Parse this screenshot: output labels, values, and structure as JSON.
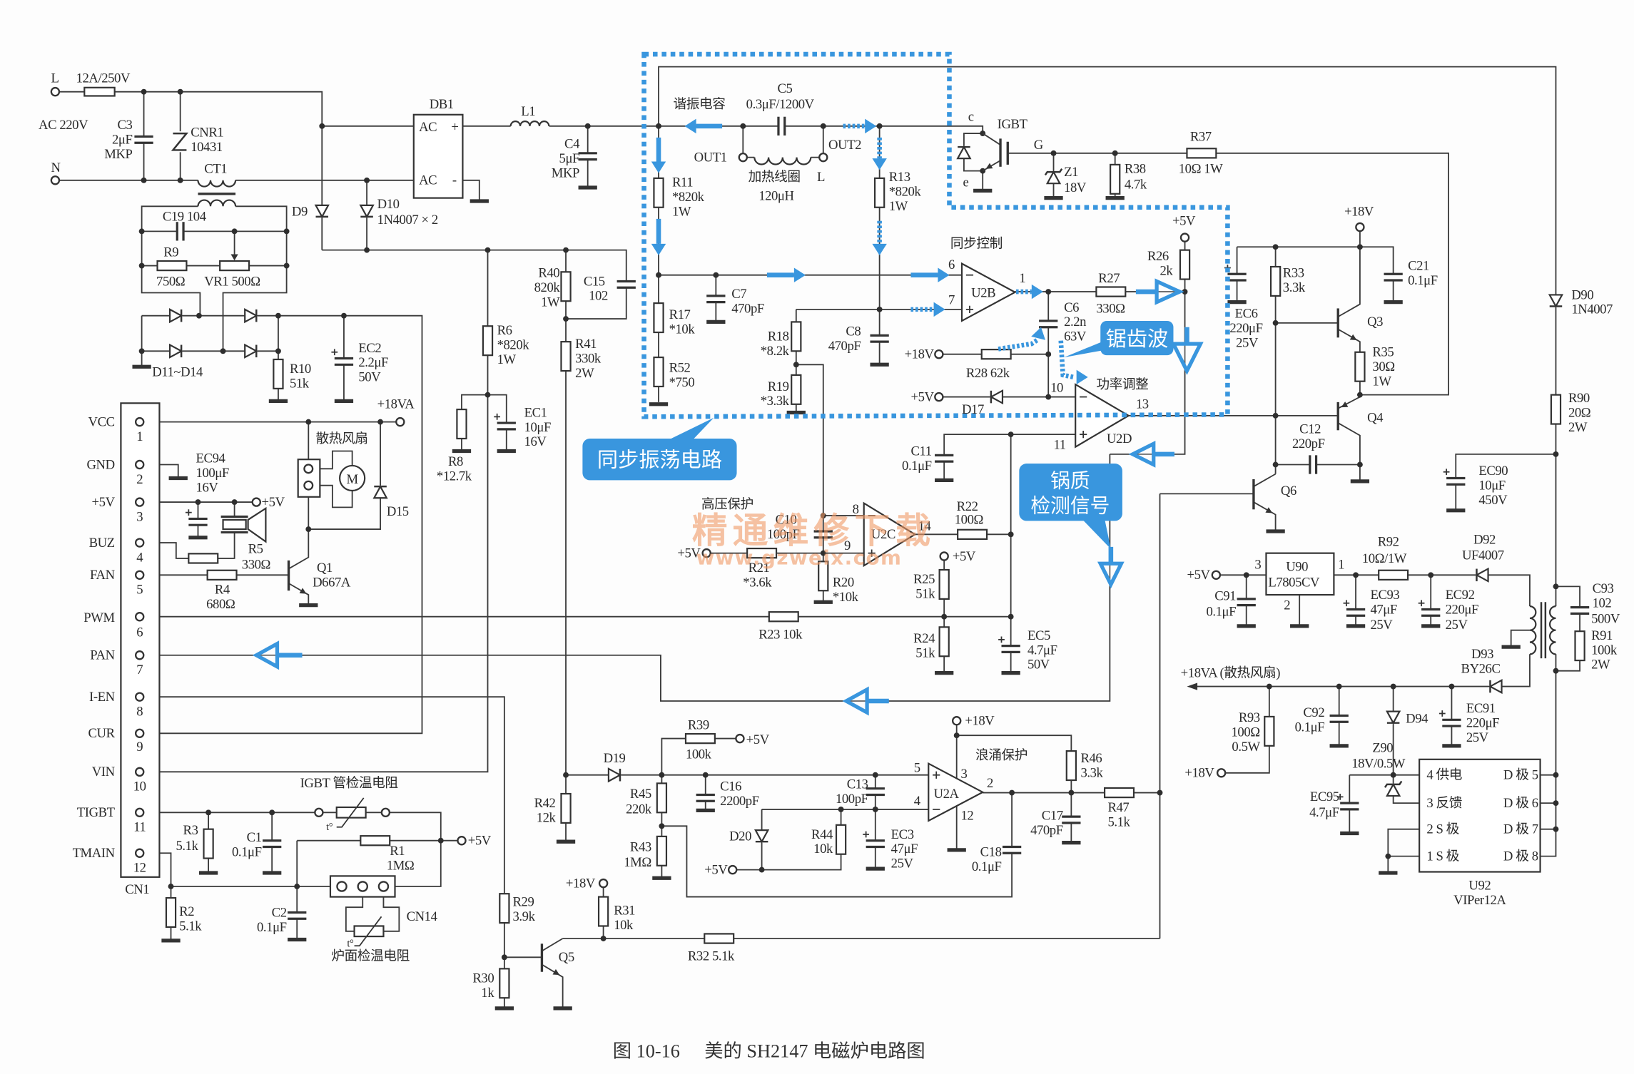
{
  "figure": {
    "number": "图 10-16",
    "title": "美的 SH2147 电磁炉电路图"
  },
  "watermark": {
    "text": "精通维修下载",
    "url": "www.gzweix.com"
  },
  "callouts": {
    "sync_oscillator": "同步振荡电路",
    "sawtooth": "锯齿波",
    "pot_detect_line1": "锅质",
    "pot_detect_line2": "检测信号"
  },
  "notes": {
    "resonant_cap": "谐振电容",
    "heating_coil": "加热线圈",
    "sync_control": "同步控制",
    "power_adjust": "功率调整",
    "hv_protect": "高压保护",
    "surge_protect": "浪涌保护",
    "cooling_fan": "散热风扇",
    "igbt_temp_sensor": "IGBT 管检温电阻",
    "surface_temp_sensor": "炉面检温电阻",
    "fan_rail": "+18VA (散热风扇)"
  },
  "mains": {
    "line": "L",
    "neutral": "N",
    "voltage": "AC 220V",
    "fuse": "12A/250V"
  },
  "rails": {
    "v5": "+5V",
    "v18": "+18V",
    "v18a": "+18VA"
  },
  "symbols": {
    "thermistor": "t°",
    "motor": "M"
  },
  "cn1": {
    "ref": "CN1",
    "pins": [
      {
        "n": "1",
        "name": "VCC"
      },
      {
        "n": "2",
        "name": "GND"
      },
      {
        "n": "3",
        "name": "+5V"
      },
      {
        "n": "4",
        "name": "BUZ"
      },
      {
        "n": "5",
        "name": "FAN"
      },
      {
        "n": "6",
        "name": "PWM"
      },
      {
        "n": "7",
        "name": "PAN"
      },
      {
        "n": "8",
        "name": "I-EN"
      },
      {
        "n": "9",
        "name": "CUR"
      },
      {
        "n": "10",
        "name": "VIN"
      },
      {
        "n": "11",
        "name": "TIGBT"
      },
      {
        "n": "12",
        "name": "TMAIN"
      }
    ]
  },
  "parts": {
    "C3": [
      "C3",
      "2μF",
      "MKP"
    ],
    "CNR1": [
      "CNR1",
      "10431"
    ],
    "CT1": [
      "CT1"
    ],
    "DB1": {
      "ref": "DB1",
      "ac": "AC",
      "pos": "+",
      "neg": "-"
    },
    "L1": [
      "L1"
    ],
    "C4": [
      "C4",
      "5μF",
      "MKP"
    ],
    "D9": [
      "D9"
    ],
    "D10": [
      "D10",
      "1N4007 × 2"
    ],
    "C19": [
      "C19 104"
    ],
    "R9": [
      "R9",
      "750Ω"
    ],
    "VR1": [
      "VR1 500Ω"
    ],
    "D11_D14": [
      "D11~D14"
    ],
    "R10": [
      "R10",
      "51k"
    ],
    "EC2": [
      "EC2",
      "2.2μF",
      "50V"
    ],
    "R6": [
      "R6",
      "*820k",
      "1W"
    ],
    "R8": [
      "R8",
      "*12.7k"
    ],
    "EC1": [
      "EC1",
      "10μF",
      "16V"
    ],
    "R40": [
      "R40",
      "820k",
      "1W"
    ],
    "R41": [
      "R41",
      "330k",
      "2W"
    ],
    "C15": [
      "C15",
      "102"
    ],
    "C5": [
      "C5",
      "0.3μF/1200V"
    ],
    "coil": {
      "out1": "OUT1",
      "out2": "OUT2",
      "ref": "L",
      "value": "120μH"
    },
    "R11": [
      "R11",
      "*820k",
      "1W"
    ],
    "R13": [
      "R13",
      "*820k",
      "1W"
    ],
    "R17": [
      "R17",
      "*10k"
    ],
    "R52": [
      "R52",
      "*750"
    ],
    "C7": [
      "C7",
      "470pF"
    ],
    "C8": [
      "C8",
      "470pF"
    ],
    "R18": [
      "R18",
      "*8.2k"
    ],
    "R19": [
      "R19",
      "*3.3k"
    ],
    "U2B": {
      "ref": "U2B",
      "inv": "6",
      "noninv": "7",
      "out": "1"
    },
    "R27": [
      "R27",
      "330Ω"
    ],
    "C6": [
      "C6",
      "2.2n",
      "63V"
    ],
    "R26": [
      "R26",
      "2k"
    ],
    "R28": [
      "R28 62k"
    ],
    "D17": [
      "D17"
    ],
    "U2D": {
      "ref": "U2D",
      "inv": "10",
      "noninv": "11",
      "out": "13"
    },
    "IGBT": {
      "ref": "IGBT",
      "c": "c",
      "e": "e",
      "g": "G"
    },
    "Z1": [
      "Z1",
      "18V"
    ],
    "R38": [
      "R38",
      "4.7k"
    ],
    "R37": [
      "R37",
      "10Ω 1W"
    ],
    "EC6": [
      "EC6",
      "220μF",
      "25V"
    ],
    "R33": [
      "R33",
      "3.3k"
    ],
    "C21": [
      "C21",
      "0.1μF"
    ],
    "Q3": [
      "Q3"
    ],
    "R35": [
      "R35",
      "30Ω",
      "1W"
    ],
    "Q4": [
      "Q4"
    ],
    "C12": [
      "C12",
      "220pF"
    ],
    "Q6": [
      "Q6"
    ],
    "D90": [
      "D90",
      "1N4007"
    ],
    "R90": [
      "R90",
      "20Ω",
      "2W"
    ],
    "EC90": [
      "EC90",
      "10μF",
      "450V"
    ],
    "C93": [
      "C93",
      "102",
      "500V"
    ],
    "R91": [
      "R91",
      "100k",
      "2W"
    ],
    "D92": [
      "D92",
      "UF4007"
    ],
    "R92": [
      "R92",
      "10Ω/1W"
    ],
    "EC92": [
      "EC92",
      "220μF",
      "25V"
    ],
    "EC93": [
      "EC93",
      "47μF",
      "25V"
    ],
    "U90": {
      "ref": "U90",
      "part": "L7805CV",
      "in": "3",
      "out": "1",
      "gnd": "2"
    },
    "C91": [
      "C91",
      "0.1μF"
    ],
    "D93": [
      "D93",
      "BY26C"
    ],
    "EC91": [
      "EC91",
      "220μF",
      "25V"
    ],
    "D94": [
      "D94"
    ],
    "Z90": [
      "Z90",
      "18V/0.5W"
    ],
    "C92": [
      "C92",
      "0.1μF"
    ],
    "R93": [
      "R93",
      "100Ω",
      "0.5W"
    ],
    "EC95": [
      "EC95",
      "4.7μF"
    ],
    "U92": {
      "ref": "U92",
      "part": "VIPer12A",
      "left": [
        "4 供电",
        "3 反馈",
        "2 S 极",
        "1 S 极"
      ],
      "right": [
        "D 极 5",
        "D 极 6",
        "D 极 7",
        "D 极 8"
      ]
    },
    "C11": [
      "C11",
      "0.1μF"
    ],
    "U2C": {
      "ref": "U2C",
      "inv": "8",
      "noninv": "9",
      "out": "14"
    },
    "C10": [
      "C10",
      "100pF"
    ],
    "R21": [
      "R21",
      "*3.6k"
    ],
    "R20": [
      "R20",
      "*10k"
    ],
    "R22": [
      "R22",
      "100Ω"
    ],
    "R25": [
      "R25",
      "51k"
    ],
    "R24": [
      "R24",
      "51k"
    ],
    "EC5": [
      "EC5",
      "4.7μF",
      "50V"
    ],
    "R23": [
      "R23 10k"
    ],
    "EC94": [
      "EC94",
      "100μF",
      "16V"
    ],
    "R5": [
      "R5",
      "330Ω"
    ],
    "R4": [
      "R4",
      "680Ω"
    ],
    "Q1": [
      "Q1",
      "D667A"
    ],
    "D15": [
      "D15"
    ],
    "R3": [
      "R3",
      "5.1k"
    ],
    "C1": [
      "C1",
      "0.1μF"
    ],
    "R1": [
      "R1",
      "1MΩ"
    ],
    "R2": [
      "R2",
      "5.1k"
    ],
    "C2": [
      "C2",
      "0.1μF"
    ],
    "CN14": [
      "CN14"
    ],
    "R29": [
      "R29",
      "3.9k"
    ],
    "R30": [
      "R30",
      "1k"
    ],
    "Q5": [
      "Q5"
    ],
    "R31": [
      "R31",
      "10k"
    ],
    "R32": [
      "R32 5.1k"
    ],
    "R42": [
      "R42",
      "12k"
    ],
    "D19": [
      "D19"
    ],
    "R39": [
      "R39",
      "100k"
    ],
    "R45": [
      "R45",
      "220k"
    ],
    "R43": [
      "R43",
      "1MΩ"
    ],
    "C16": [
      "C16",
      "2200pF"
    ],
    "C13": [
      "C13",
      "100pF"
    ],
    "D20": [
      "D20"
    ],
    "R44": [
      "R44",
      "10k"
    ],
    "EC3": [
      "EC3",
      "47μF",
      "25V"
    ],
    "U2A": {
      "ref": "U2A",
      "noninv": "5",
      "inv": "4",
      "vcc": "3",
      "out": "2",
      "gnd": "12"
    },
    "R46": [
      "R46",
      "3.3k"
    ],
    "C17": [
      "C17",
      "470pF"
    ],
    "C18": [
      "C18",
      "0.1μF"
    ],
    "R47": [
      "R47",
      "5.1k"
    ]
  }
}
